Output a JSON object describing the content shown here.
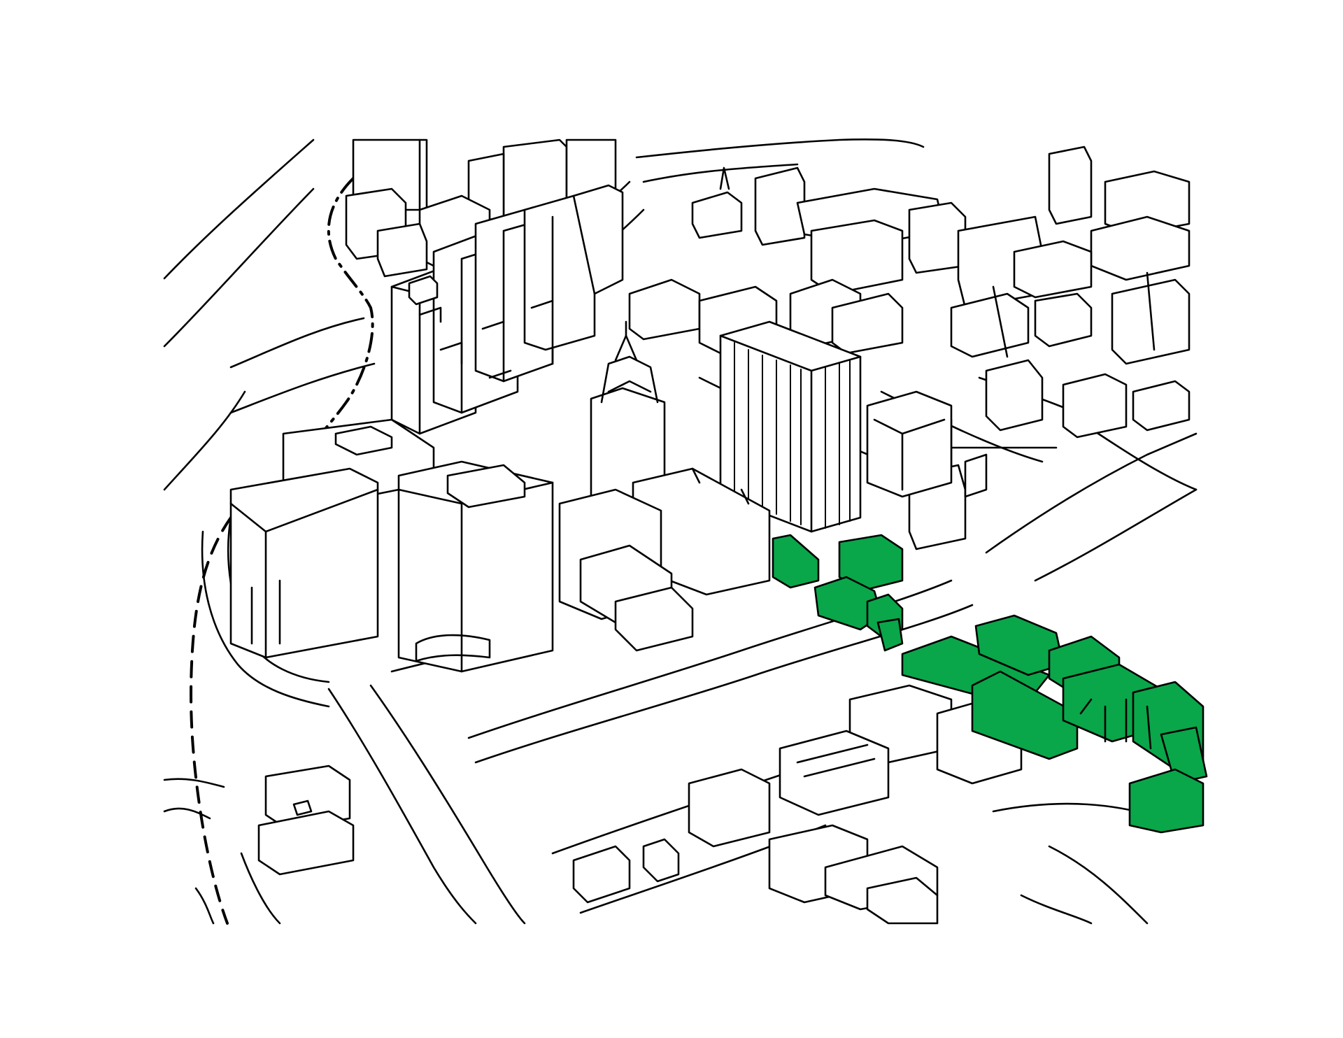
{
  "colors": {
    "background": "#ffffff",
    "line": "#000000",
    "highlight": "#0aa64a"
  },
  "icons": [
    "city-sketch",
    "highlighted-buildings",
    "rail-dashed-line"
  ]
}
